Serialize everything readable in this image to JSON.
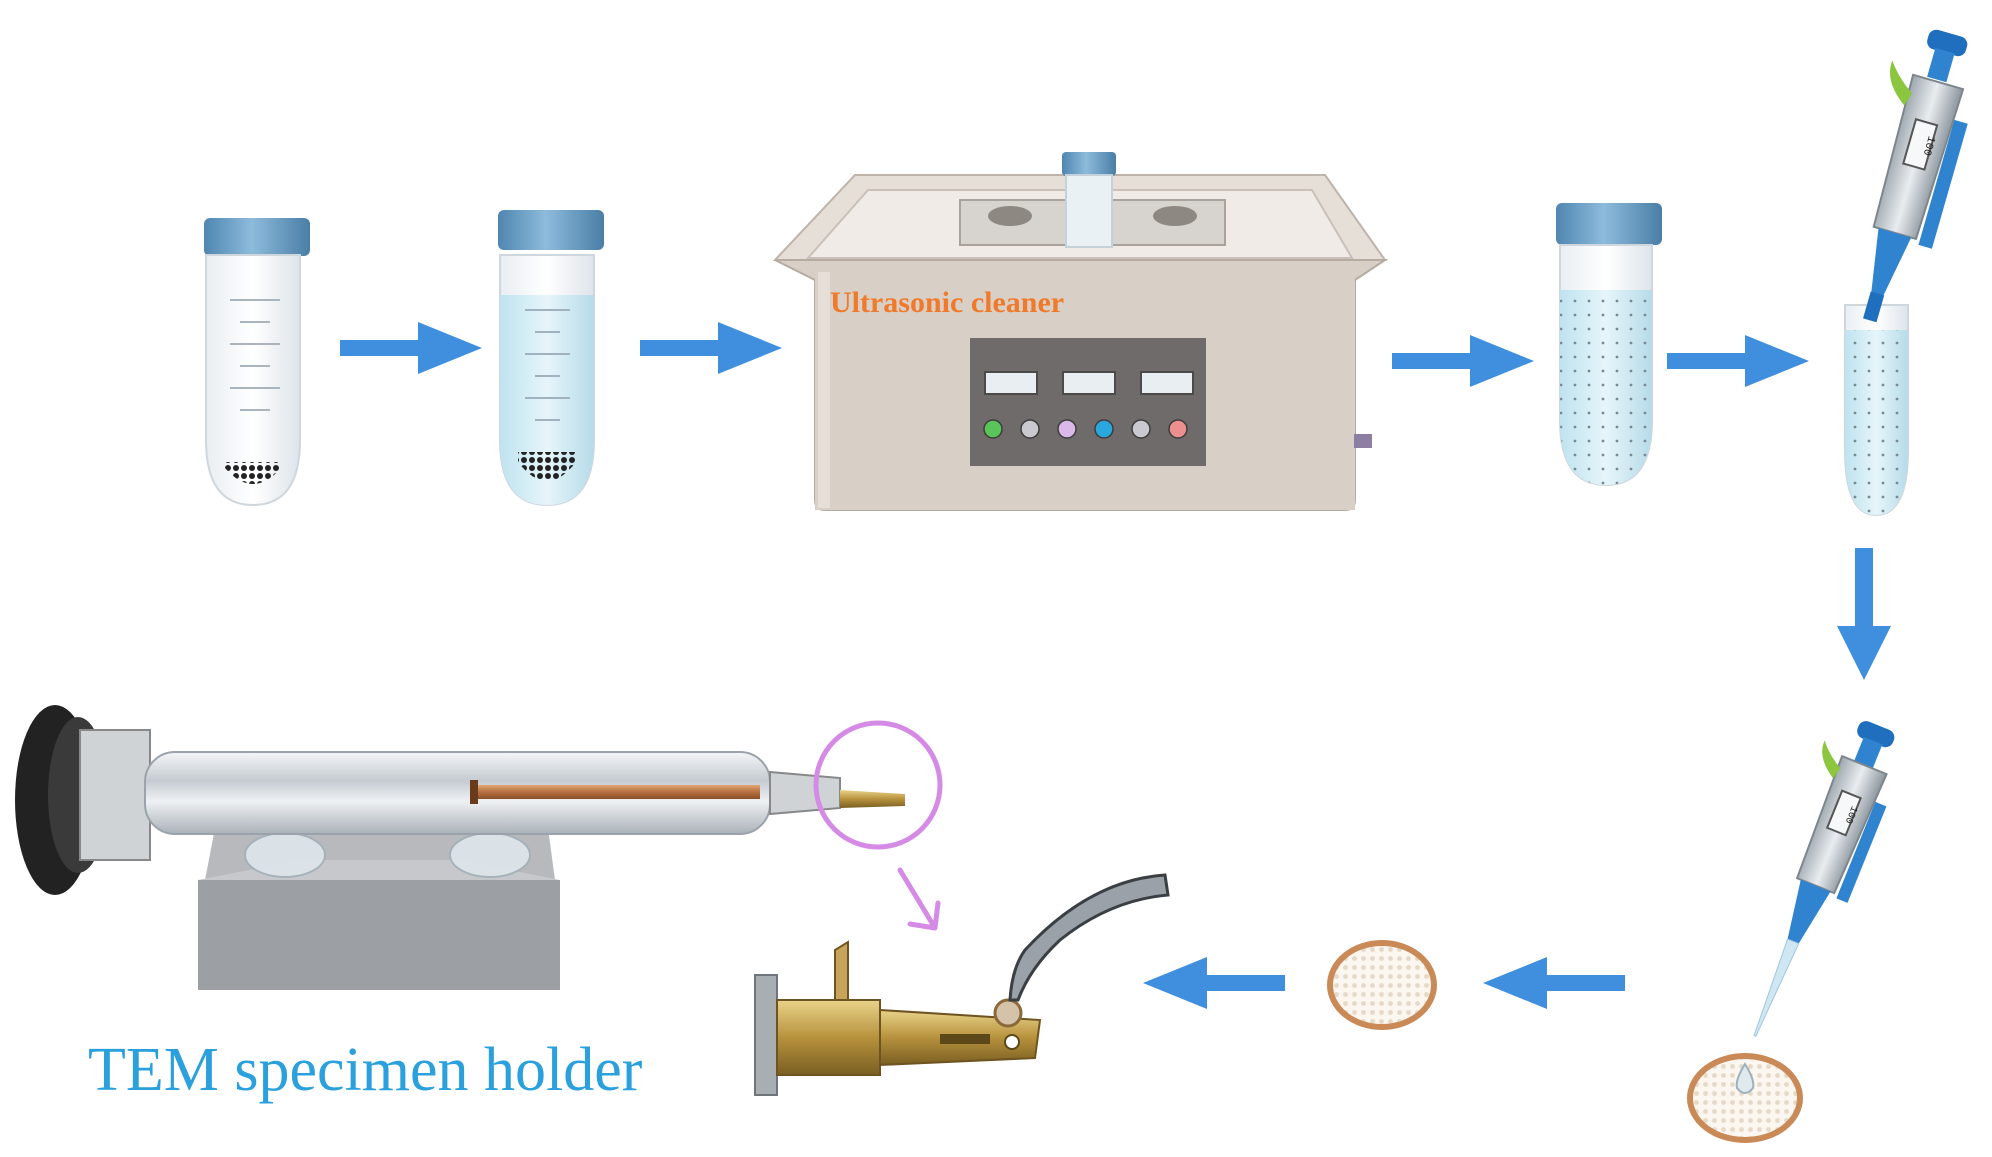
{
  "diagram": {
    "labels": {
      "cleaner": "Ultrasonic cleaner",
      "holder": "TEM specimen holder",
      "pipette_display": "100"
    },
    "colors": {
      "arrow": "#3f8fde",
      "cap": "#6aa1c9",
      "cleaner_body": "#d8cfc6",
      "cleaner_label": "#f07a2a",
      "holder_label": "#2aa0dc",
      "grid_rim": "#c98a58",
      "magnifier_circle": "#d58be6"
    },
    "buttons": [
      "#58c45a",
      "#c9c9cf",
      "#d9b9e9",
      "#2aa7dd",
      "#c9c9cf",
      "#ec8f8f"
    ]
  }
}
